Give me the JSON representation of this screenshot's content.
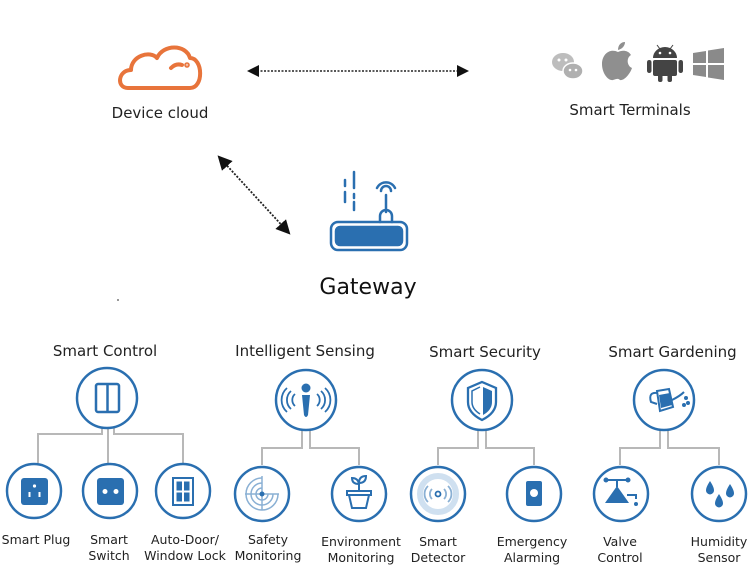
{
  "colors": {
    "blue": "#2a6fb0",
    "cloud_orange": "#e8743b",
    "gray_line": "#b8b8b8",
    "icon_gray": "#999999"
  },
  "top": {
    "cloud": {
      "label": "Device cloud",
      "icon": "cloud-icon"
    },
    "terminals": {
      "label": "Smart Terminals",
      "icons": [
        "wechat-icon",
        "apple-icon",
        "android-icon",
        "windows-icon"
      ]
    },
    "gateway": {
      "label": "Gateway",
      "icon": "router-icon"
    }
  },
  "categories": [
    {
      "title": "Smart Control",
      "icon": "panel-switch-icon",
      "children": [
        {
          "label_lines": [
            "Smart Plug"
          ],
          "icon": "plug-socket-icon"
        },
        {
          "label_lines": [
            "Smart",
            "Switch"
          ],
          "icon": "switch-icon"
        },
        {
          "label_lines": [
            "Auto-Door/",
            "Window Lock"
          ],
          "icon": "window-icon"
        }
      ]
    },
    {
      "title": "Intelligent Sensing",
      "icon": "signal-sensor-icon",
      "children": [
        {
          "label_lines": [
            "Safety",
            "Monitoring"
          ],
          "icon": "radar-icon"
        },
        {
          "label_lines": [
            "Environment",
            "Monitoring"
          ],
          "icon": "plant-pot-icon"
        }
      ]
    },
    {
      "title": "Smart Security",
      "icon": "shield-icon",
      "children": [
        {
          "label_lines": [
            "Smart",
            "Detector"
          ],
          "icon": "detector-icon"
        },
        {
          "label_lines": [
            "Emergency",
            "Alarming"
          ],
          "icon": "alarm-button-icon"
        }
      ]
    },
    {
      "title": "Smart Gardening",
      "icon": "watering-can-icon",
      "children": [
        {
          "label_lines": [
            "Valve",
            "Control"
          ],
          "icon": "valve-icon"
        },
        {
          "label_lines": [
            "Humidity",
            "Sensor"
          ],
          "icon": "water-drops-icon"
        }
      ]
    }
  ]
}
